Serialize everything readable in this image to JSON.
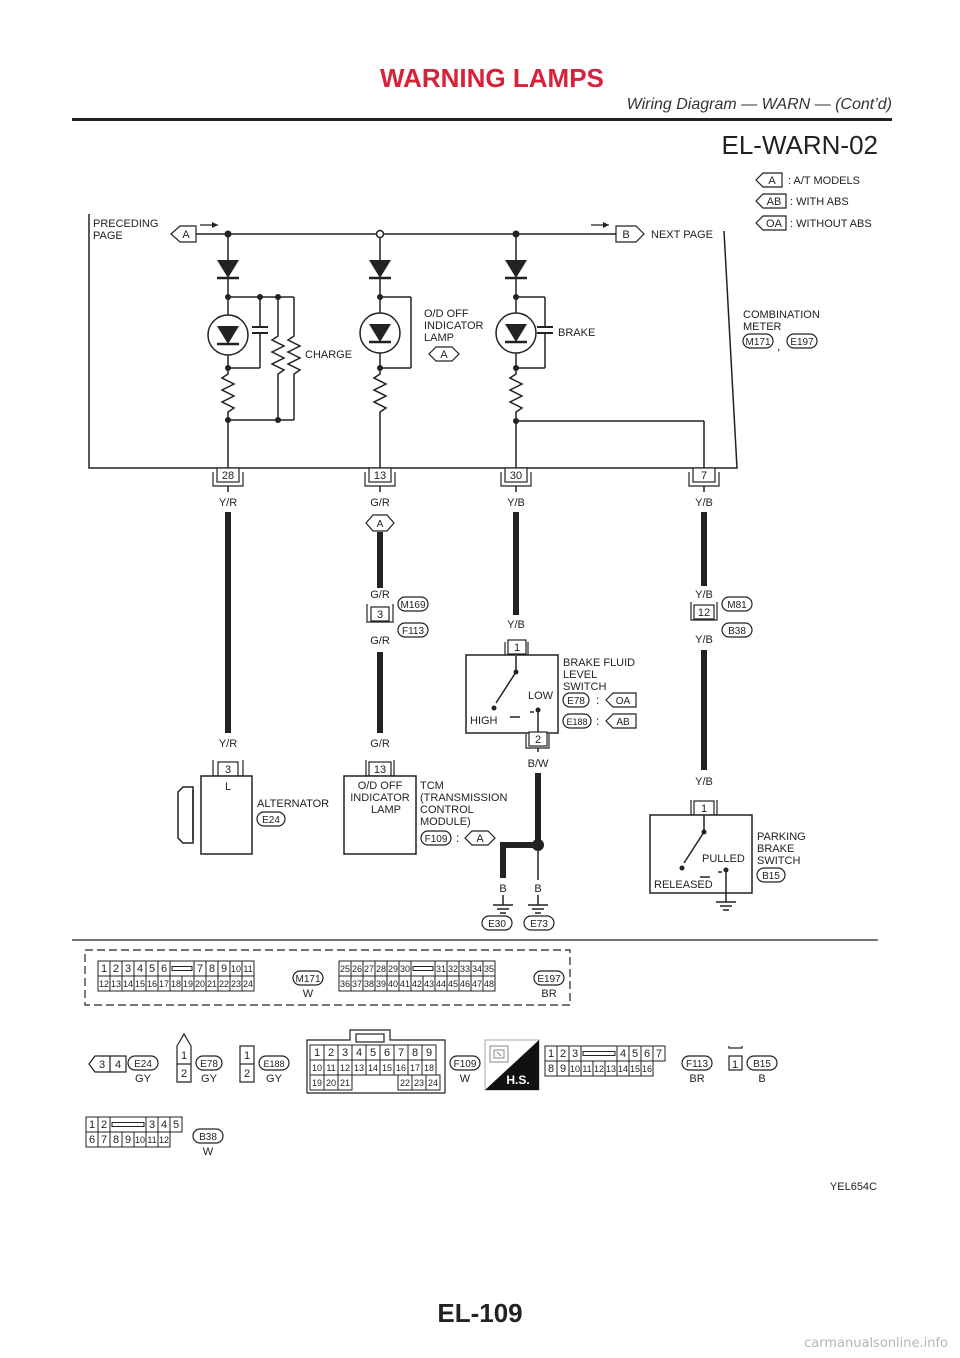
{
  "header": {
    "title": "WARNING LAMPS",
    "subtitle": "Wiring Diagram — WARN — (Cont’d)"
  },
  "diagram": {
    "id": "EL-WARN-02",
    "legend": [
      {
        "code": "A",
        "text": ": A/T MODELS"
      },
      {
        "code": "AB",
        "text": ": WITH ABS"
      },
      {
        "code": "OA",
        "text": ": WITHOUT ABS"
      }
    ],
    "preceding_page": [
      "PRECEDING",
      "PAGE"
    ],
    "next_page": "NEXT PAGE",
    "node_a": "A",
    "node_b": "B",
    "charge_label": "CHARGE",
    "od_lamp": [
      "O/D OFF",
      "INDICATOR",
      "LAMP"
    ],
    "od_lamp_tag": "A",
    "brake_label": "BRAKE",
    "combination_meter": [
      "COMBINATION",
      "METER"
    ],
    "meter_conn1": "M171",
    "meter_comma": ",",
    "meter_conn2": "E197",
    "pins": [
      "28",
      "13",
      "30",
      "7"
    ],
    "wires": {
      "col1": [
        "Y/R",
        "Y/R"
      ],
      "col2": [
        "G/R",
        "G/R",
        "G/R",
        "G/R"
      ],
      "col3": [
        "Y/B",
        "Y/B",
        "B/W"
      ],
      "col4": [
        "Y/B",
        "Y/B",
        "Y/B",
        "Y/B"
      ]
    },
    "col2_tag": "A",
    "conn_3": "3",
    "m169": "M169",
    "f113": "F113",
    "conn_12": "12",
    "m81": "M81",
    "b38": "B38",
    "brake_fluid": {
      "pin_top": "1",
      "pin_bottom": "2",
      "low": "LOW",
      "high": "HIGH",
      "name": [
        "BRAKE FLUID",
        "LEVEL",
        "SWITCH"
      ],
      "conn1": "E78",
      "tag1": "OA",
      "conn2": "E188",
      "tag2": "AB",
      "colon": ":"
    },
    "alternator": {
      "pin": "3",
      "terminal": "L",
      "name": "ALTERNATOR",
      "conn": "E24"
    },
    "tcm": {
      "pin": "13",
      "box": [
        "O/D OFF",
        "INDICATOR",
        "LAMP"
      ],
      "name": [
        "TCM",
        "(TRANSMISSION",
        "CONTROL",
        "MODULE)"
      ],
      "conn": "F109",
      "colon": ":",
      "tag": "A"
    },
    "grounds": [
      {
        "wire": "B",
        "conn": "E30"
      },
      {
        "wire": "B",
        "conn": "E73"
      }
    ],
    "parking_brake": {
      "pin": "1",
      "pulled": "PULLED",
      "released": "RELEASED",
      "name": [
        "PARKING",
        "BRAKE",
        "SWITCH"
      ],
      "conn": "B15"
    },
    "connectors": {
      "m171": {
        "top": [
          "1",
          "2",
          "3",
          "4",
          "5",
          "6",
          "",
          "7",
          "8",
          "9",
          "10",
          "11"
        ],
        "bottom": [
          "12",
          "13",
          "14",
          "15",
          "16",
          "17",
          "18",
          "19",
          "20",
          "21",
          "22",
          "23",
          "24"
        ],
        "code": "M171",
        "color": "W"
      },
      "e197": {
        "top": [
          "25",
          "26",
          "27",
          "28",
          "29",
          "30",
          "",
          "31",
          "32",
          "33",
          "34",
          "35"
        ],
        "bottom": [
          "36",
          "37",
          "38",
          "39",
          "40",
          "41",
          "42",
          "43",
          "44",
          "45",
          "46",
          "47",
          "48"
        ],
        "code": "E197",
        "color": "BR"
      },
      "e24": {
        "pins": [
          "3",
          "4"
        ],
        "code": "E24",
        "color": "GY"
      },
      "e78": {
        "pins": [
          "1",
          "2"
        ],
        "code": "E78",
        "color": "GY"
      },
      "e188": {
        "pins": [
          "1",
          "2"
        ],
        "code": "E188",
        "color": "GY"
      },
      "f109": {
        "r1": [
          "1",
          "2",
          "3",
          "4",
          "5",
          "6",
          "7",
          "8",
          "9"
        ],
        "r2": [
          "10",
          "11",
          "12",
          "13",
          "14",
          "15",
          "16",
          "17",
          "18"
        ],
        "r3": [
          "19",
          "20",
          "21",
          "22",
          "23",
          "24"
        ],
        "code": "F109",
        "color": "W"
      },
      "hs": "H.S.",
      "f113c": {
        "top": [
          "1",
          "2",
          "3",
          "4",
          "5",
          "6",
          "7"
        ],
        "bottom": [
          "8",
          "9",
          "10",
          "11",
          "12",
          "13",
          "14",
          "15",
          "16"
        ],
        "code": "F113",
        "color": "BR"
      },
      "b15": {
        "pin": "1",
        "code": "B15",
        "color": "B"
      },
      "b38c": {
        "top": [
          "1",
          "2",
          "3",
          "4",
          "5"
        ],
        "bottom": [
          "6",
          "7",
          "8",
          "9",
          "10",
          "11",
          "12"
        ],
        "code": "B38",
        "color": "W"
      }
    },
    "figure_code": "YEL654C"
  },
  "footer": {
    "page": "EL-109",
    "site": "carmanualsonline.info"
  }
}
